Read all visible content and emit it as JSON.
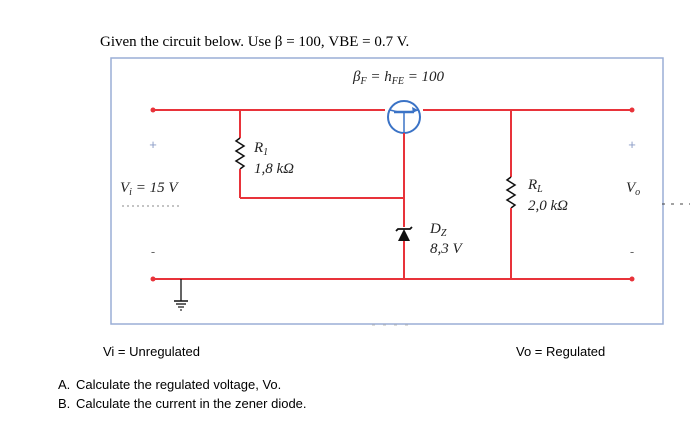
{
  "question": "Given the circuit below. Use β = 100, VBE = 0.7 V.",
  "circuit": {
    "beta_label": "β",
    "beta_sub": "F",
    "beta_eq": " = h",
    "beta_sub2": "FE",
    "beta_value": " = 100",
    "r1_name": "R",
    "r1_sub": "1",
    "r1_value": "1,8 kΩ",
    "rl_name": "R",
    "rl_sub": "L",
    "rl_value": "2,0 kΩ",
    "dz_name": "D",
    "dz_sub": "Z",
    "dz_value": "8,3 V",
    "vi_label": "V",
    "vi_sub": "i",
    "vi_value": " = 15 V",
    "vo_label": "V",
    "vo_sub": "o",
    "plus": "+",
    "minus": "-",
    "colors": {
      "wire": "#e8333a",
      "box": "#9aaed6",
      "component": "#111111",
      "transistor": "#3b73c6"
    }
  },
  "notes": {
    "vi": "Vi = Unregulated",
    "vo": "Vo = Regulated"
  },
  "tasks": [
    {
      "letter": "A.",
      "text": "Calculate the regulated voltage, Vo."
    },
    {
      "letter": "B.",
      "text": "Calculate the current in the zener diode."
    }
  ]
}
